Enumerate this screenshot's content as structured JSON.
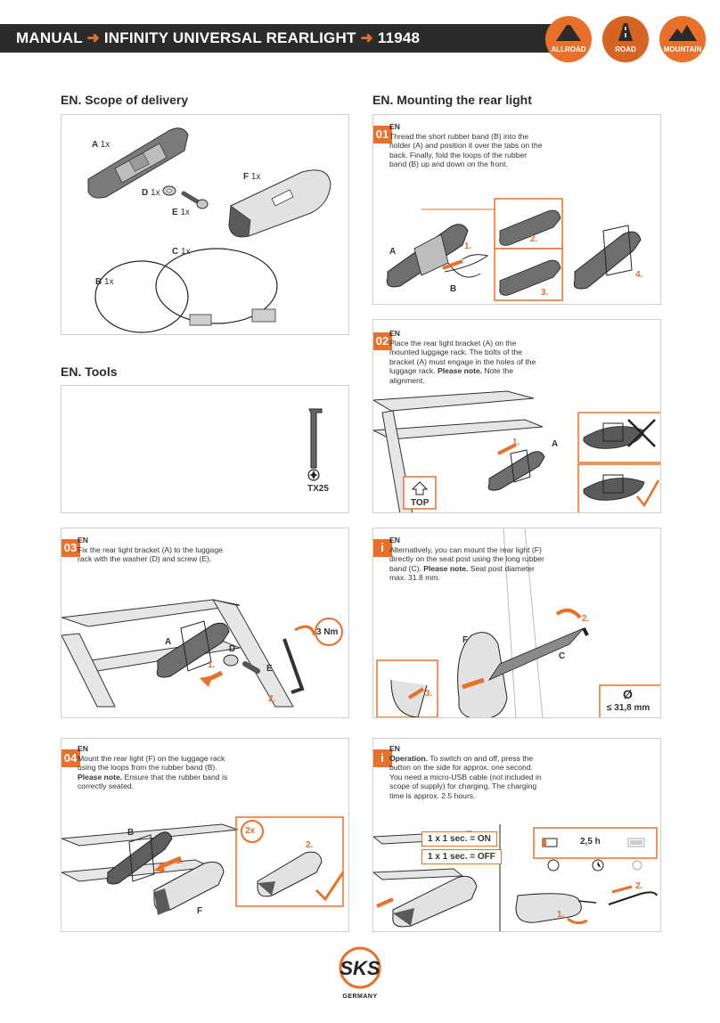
{
  "header": {
    "manual": "MANUAL",
    "product": "INFINITY UNIVERSAL REARLIGHT",
    "code": "11948",
    "arrow": "➜",
    "badges": [
      {
        "label": "ALLROAD",
        "color": "#e8702a"
      },
      {
        "label": "ROAD",
        "color": "#d86424"
      },
      {
        "label": "MOUNTAIN",
        "color": "#e8702a"
      }
    ]
  },
  "scope": {
    "title_en": "EN",
    "title": ". Scope of delivery",
    "items": {
      "a": "A",
      "a_qty": "1x",
      "b": "B",
      "b_qty": "1x",
      "c": "C",
      "c_qty": "1x",
      "d": "D",
      "d_qty": "1x",
      "e": "E",
      "e_qty": "1x",
      "f": "F",
      "f_qty": "1x"
    }
  },
  "tools": {
    "title_en": "EN",
    "title": ". Tools",
    "tool_label": "TX25"
  },
  "mounting": {
    "title_en": "EN",
    "title": ". Mounting the rear light"
  },
  "steps": {
    "s01": {
      "no": "01",
      "lang": "EN",
      "text": "Thread the short rubber band (B) into the holder (A) and position it over the tabs on the back. Finally, fold the loops of the rubber band (B) up and down on the front.",
      "labels": {
        "a": "A",
        "b": "B",
        "n1": "1.",
        "n2": "2.",
        "n3": "3.",
        "n4": "4."
      }
    },
    "s02": {
      "no": "02",
      "lang": "EN",
      "text": "Place the rear light bracket (A) on the mounted luggage rack. The bolts of the bracket (A) must engage in the holes of the luggage rack.",
      "note_b": "Please note.",
      "note": " Note the alignment.",
      "labels": {
        "a": "A",
        "n1": "1.",
        "top": "TOP"
      }
    },
    "s03": {
      "no": "03",
      "lang": "EN",
      "text": "Fix the rear light bracket (A) to the luggage rack with the washer (D) and screw (E).",
      "labels": {
        "a": "A",
        "d": "D",
        "e": "E",
        "n1": "1.",
        "n2": "2.",
        "torque": "3 Nm"
      }
    },
    "si1": {
      "no": "i",
      "lang": "EN",
      "text": "Alternatively, you can mount the rear light (F) directly on the seat post using the long rubber band (C).",
      "note_b": "Please note.",
      "note": " Seat post diameter max. 31.8 mm.",
      "labels": {
        "f": "F",
        "c": "C",
        "n2": "2.",
        "n3": "3.",
        "dia_symbol": "Ø",
        "dia": "≤ 31,8 mm"
      }
    },
    "s04": {
      "no": "04",
      "lang": "EN",
      "text": "Mount the rear light (F) on the luggage rack using the loops from the rubber band (B).",
      "note_b": "Please note.",
      "note": " Ensure that the rubber band is correctly seated.",
      "labels": {
        "b": "B",
        "f": "F",
        "n1": "1.",
        "n2": "2.",
        "times": "2x"
      }
    },
    "si2": {
      "no": "i",
      "lang": "EN",
      "op_b": "Operation.",
      "text": " To switch on and off, press the button on the side for approx. one second. You need a micro-USB cable (not included in scope of supply) for charging. The charging time is approx. 2.5 hours.",
      "labels": {
        "on": "1 x 1 sec. = ON",
        "off": "1 x 1 sec. = OFF",
        "hours": "2,5 h",
        "n1": "1.",
        "n2": "2."
      }
    }
  },
  "logo": {
    "brand": "SKS",
    "sub": "GERMANY"
  },
  "colors": {
    "accent": "#e8702a",
    "dark": "#2b2b2b",
    "panel_border": "#cfcfcf"
  }
}
